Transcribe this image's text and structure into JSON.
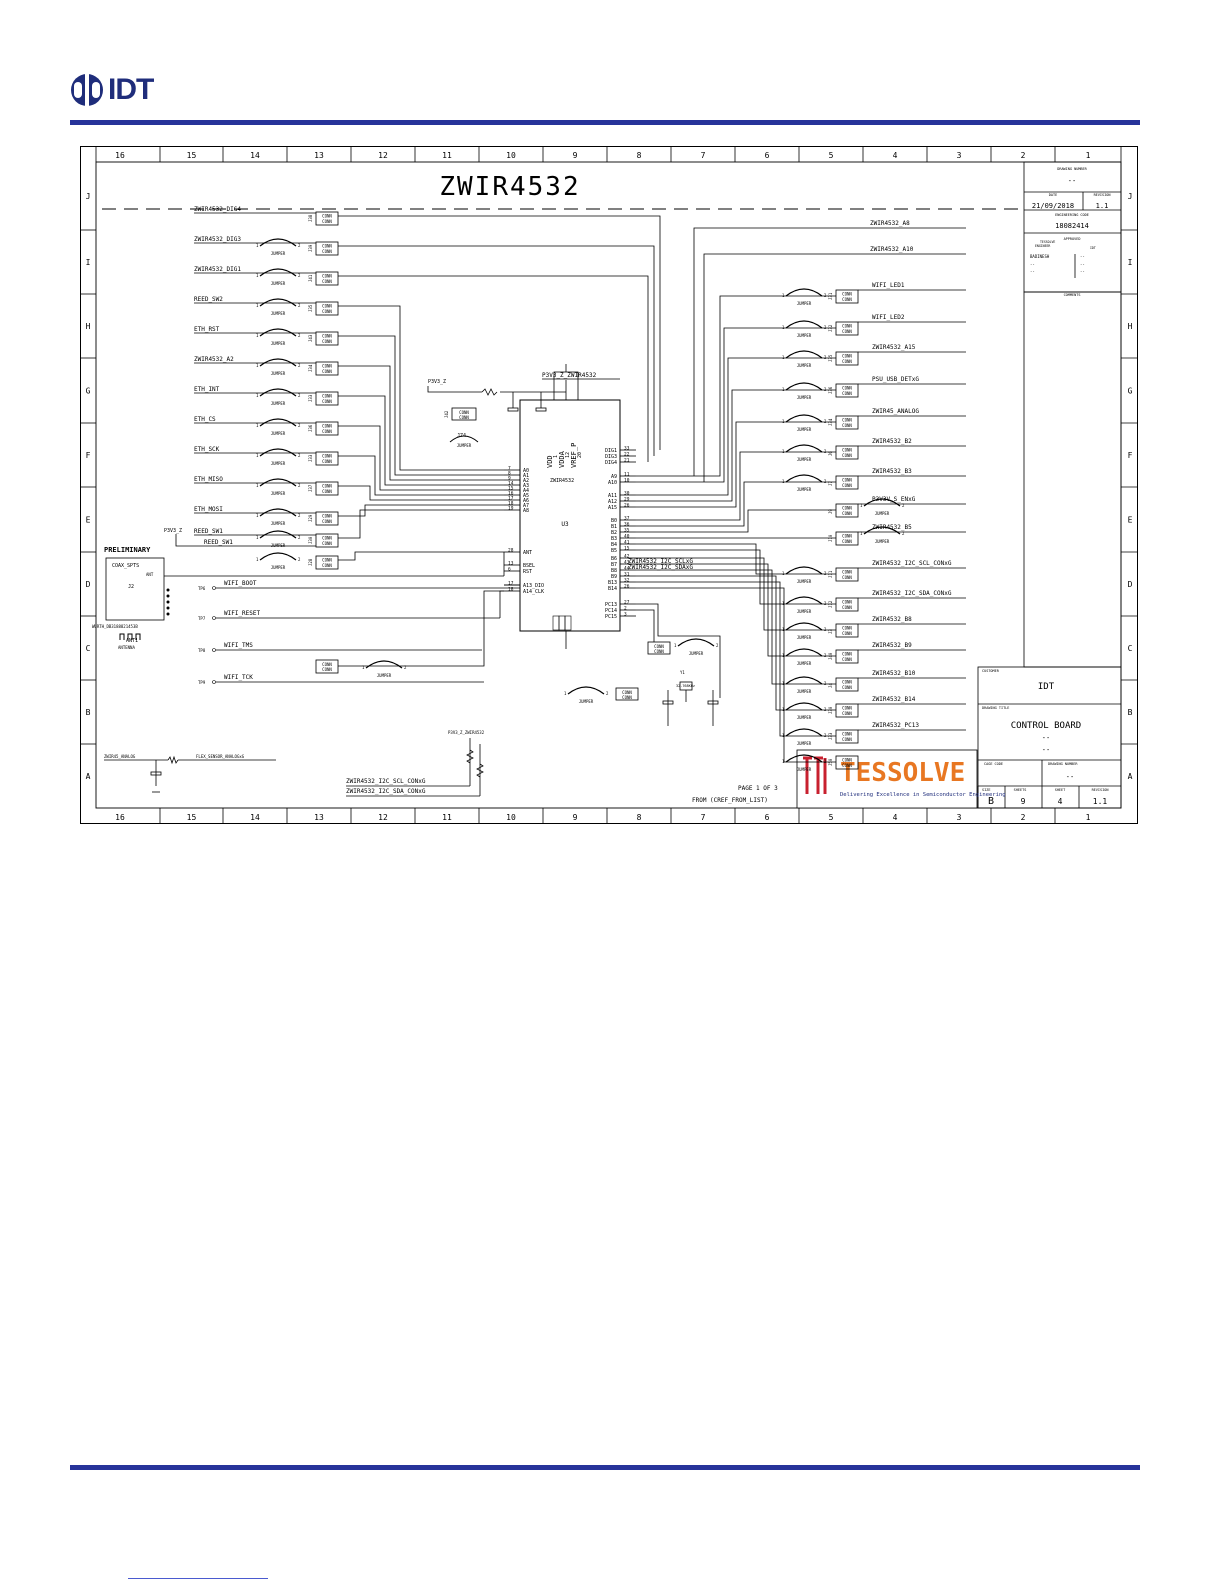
{
  "header": {
    "logo_text": "IDT",
    "brand_color": "#27339a"
  },
  "schematic": {
    "title": "ZWIR4532",
    "columns": [
      "16",
      "15",
      "14",
      "13",
      "12",
      "11",
      "10",
      "9",
      "8",
      "7",
      "6",
      "5",
      "4",
      "3",
      "2",
      "1"
    ],
    "rows": [
      "J",
      "I",
      "H",
      "G",
      "F",
      "E",
      "D",
      "C",
      "B",
      "A"
    ],
    "left_nets": [
      {
        "net": "ZWIR4532_DIG4",
        "ref": "J38"
      },
      {
        "net": "ZWIR4532_DIG3",
        "ref": "J39"
      },
      {
        "net": "ZWIR4532_DIG1",
        "ref": "J41"
      },
      {
        "net": "REED_SW2",
        "ref": "J35"
      },
      {
        "net": "ETH_RST",
        "ref": "J43"
      },
      {
        "net": "ZWIR4532_A2",
        "ref": "J34"
      },
      {
        "net": "ETH_INT",
        "ref": "J33"
      },
      {
        "net": "ETH_CS",
        "ref": "J36"
      },
      {
        "net": "ETH_SCK",
        "ref": "J33"
      },
      {
        "net": "ETH_MISO",
        "ref": "J37"
      },
      {
        "net": "ETH_MOSI",
        "ref": "J29"
      },
      {
        "net": "REED_SW1",
        "ref": "J30"
      },
      {
        "net": "",
        "ref": "J28"
      }
    ],
    "jumper_label": "JUMPER",
    "right_nets": [
      {
        "net": "WIFI_LED1",
        "ref": "J31"
      },
      {
        "net": "WIFI_LED2",
        "ref": "J32"
      },
      {
        "net": "ZWIR4532_A15",
        "ref": "J35"
      },
      {
        "net": "PSU_USB_DETxG",
        "ref": "J36"
      },
      {
        "net": "ZWIR45_ANALOG",
        "ref": "J34"
      },
      {
        "net": "ZWIR4532_B2",
        "ref": "J6"
      },
      {
        "net": "ZWIR4532_B3",
        "ref": "J7"
      },
      {
        "net": "P3V3V_S_ENxG",
        "ref": "J9"
      },
      {
        "net": "ZWIR4532_B5",
        "ref": "J10"
      },
      {
        "net": "ZWIR4532_I2C_SCL_CONxG",
        "ref": "J11"
      },
      {
        "net": "ZWIR4532_I2C_SDA_CONxG",
        "ref": "J12"
      },
      {
        "net": "ZWIR4532_B8",
        "ref": "J3"
      },
      {
        "net": "ZWIR4532_B9",
        "ref": "J40"
      },
      {
        "net": "ZWIR4532_B10",
        "ref": "J4"
      },
      {
        "net": "ZWIR4532_B14",
        "ref": "J30"
      },
      {
        "net": "ZWIR4532_PC13",
        "ref": "J33"
      },
      {
        "net": "",
        "ref": "J50"
      }
    ],
    "top_nets": [
      {
        "net": "ZWIR4532_A8"
      },
      {
        "net": "ZWIR4532_A10"
      }
    ],
    "ic": {
      "ref": "U3",
      "part": "ZWIR4532",
      "power_pins": [
        "VDD",
        "VDDA",
        "VREF_P"
      ],
      "power_numbers": [
        "1",
        "12",
        "20"
      ],
      "left_pins": [
        "A0",
        "A1",
        "A2",
        "A3",
        "A4",
        "A5",
        "A6",
        "A7",
        "A8",
        "ANT",
        "BSEL",
        "RST",
        "A13_DIO",
        "A14_CLK"
      ],
      "left_numbers": [
        "7",
        "8",
        "9",
        "14",
        "15",
        "16",
        "17",
        "18",
        "19",
        "28",
        "13",
        "6",
        "17",
        "18"
      ],
      "right_pins": [
        "DIG1",
        "DIG3",
        "DIG4",
        "A9",
        "A10",
        "A11",
        "A12",
        "A15",
        "B0",
        "B1",
        "B2",
        "B3",
        "B4",
        "B5",
        "B6",
        "B7",
        "B8",
        "B9",
        "B13",
        "B14",
        "PC13",
        "PC14",
        "PC15"
      ],
      "right_numbers": [
        "33",
        "22",
        "21",
        "11",
        "10",
        "30",
        "29",
        "26",
        "37",
        "36",
        "35",
        "40",
        "41",
        "15",
        "42",
        "43",
        "44",
        "31",
        "32",
        "26",
        "27",
        "2",
        "3",
        "4"
      ]
    },
    "power_net_top": "P3V3_Z_ZWIR4532",
    "power_net_small": "P3V3_Z",
    "j42_ref": "J42",
    "j74_ref": "J74",
    "connector_label": "CONN",
    "coax_box": {
      "title": "COAX_SPTS",
      "ref": "J2",
      "pin": "ANT"
    },
    "antenna": {
      "ref": "ANT1",
      "label": "ANTENNA",
      "part": "WURTH_DB3188821453B"
    },
    "preliminary": "PRELIMINARY",
    "reed_net": "P3V3_Z",
    "wifi_nets": [
      {
        "tp": "TP6",
        "net": "WIFI_BOOT"
      },
      {
        "tp": "TP7",
        "net": "WIFI_RESET"
      },
      {
        "tp": "TP8",
        "net": "WIFI_TMS"
      },
      {
        "tp": "TP9",
        "net": "WIFI_TCK"
      }
    ],
    "mid_nets": [
      "ZWIR4532_I2C_SCLxG",
      "ZWIR4532_I2C_SDAxG"
    ],
    "bottom_analog": {
      "from": "ZWIR45_ANALOG",
      "to": "FLEX_SENSOR_ANALOGxG"
    },
    "bottom_i2c": [
      "ZWIR4532_I2C_SCL_CONxG",
      "ZWIR4532_I2C_SDA_CONxG"
    ],
    "i2c_power": "P3V3_Z_ZWIR4532",
    "crystal": {
      "ref": "Y1",
      "value": "32.768KHz"
    },
    "page_note": "PAGE 1 OF 3",
    "from_note": "FROM (CREF_FROM_LIST)",
    "title_block": {
      "drawing_number_label": "DRAWING NUMBER",
      "drawing_number": "--",
      "date_label": "DATE",
      "date": "21/09/2018",
      "revision_label": "REVISION",
      "revision": "1.1",
      "engineering_code_label": "ENGINEERING CODE",
      "engineering_code": "18082414",
      "approved_label": "APPROVED",
      "tessolve_label": "TESSOLVE",
      "idt_label": "IDT",
      "engineer_label": "ENGINEER",
      "engineer_name": "BADINESH",
      "comments_label": "COMMENTS",
      "customer_label": "CUSTOMER",
      "customer": "IDT",
      "drawing_title_label": "DRAWING TITLE",
      "drawing_title": "CONTROL BOARD",
      "drawing_title_2": "--",
      "drawing_title_3": "--",
      "cage_code_label": "CAGE CODE",
      "drawing_num_label2": "DRAWING NUMBER",
      "drawing_num2": "--",
      "size_label": "SIZE",
      "size": "B",
      "sheets_label": "SHEETS",
      "sheets": "9",
      "sheet_label": "SHEET",
      "sheet": "4",
      "rev_label2": "REVISION",
      "rev2": "1.1"
    },
    "tessolve": {
      "name": "TESSOLVE",
      "tagline": "Delivering Excellence in Semiconductor Engineering",
      "mark_color": "#c8202f",
      "text_color": "#e87722"
    }
  }
}
